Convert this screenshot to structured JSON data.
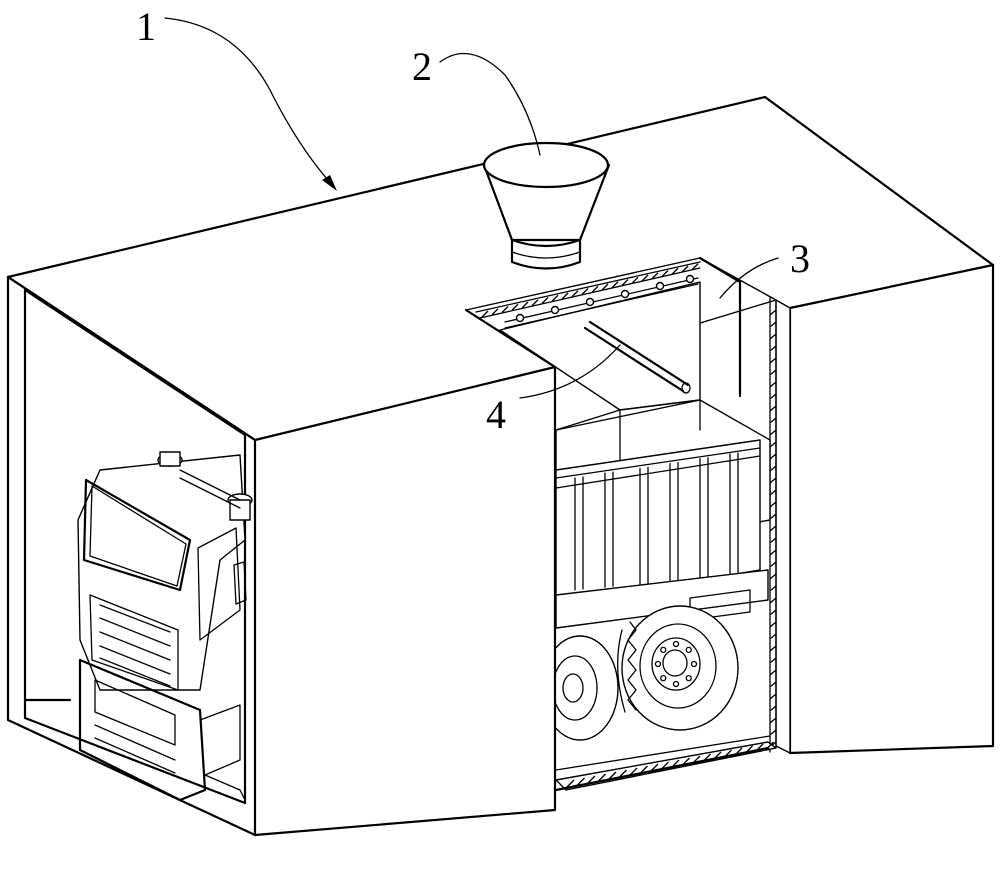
{
  "labels": [
    {
      "id": "1",
      "text": "1",
      "part": "enclosure"
    },
    {
      "id": "2",
      "text": "2",
      "part": "hopper"
    },
    {
      "id": "3",
      "text": "3",
      "part": "inner-panel"
    },
    {
      "id": "4",
      "text": "4",
      "part": "spray-pipe"
    }
  ]
}
